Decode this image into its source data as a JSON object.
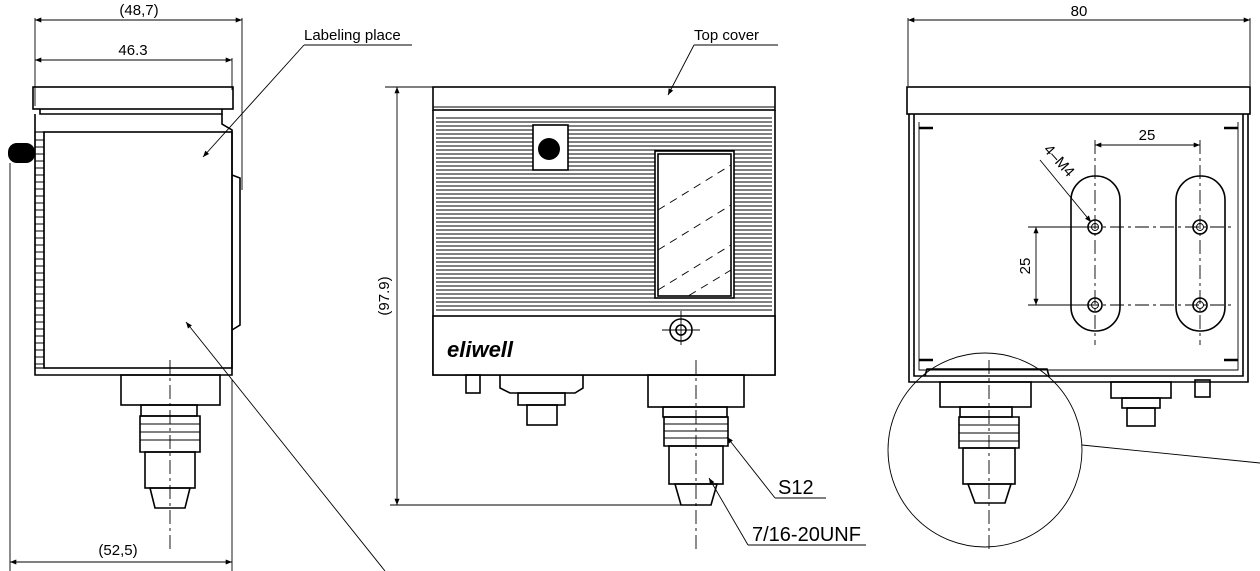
{
  "side_view": {
    "dim_overall_width": "(48,7)",
    "dim_body_width": "46.3",
    "dim_base_width": "(52,5)",
    "label_labeling_place": "Labeling place"
  },
  "front_view": {
    "label_top_cover": "Top cover",
    "dim_height": "(97.9)",
    "brand_logo": "eliwell",
    "label_s12": "S12",
    "label_thread": "7/16-20UNF"
  },
  "back_view": {
    "dim_width": "80",
    "dim_hole_horizontal": "25",
    "dim_hole_vertical": "25",
    "label_holes": "4–M4"
  }
}
